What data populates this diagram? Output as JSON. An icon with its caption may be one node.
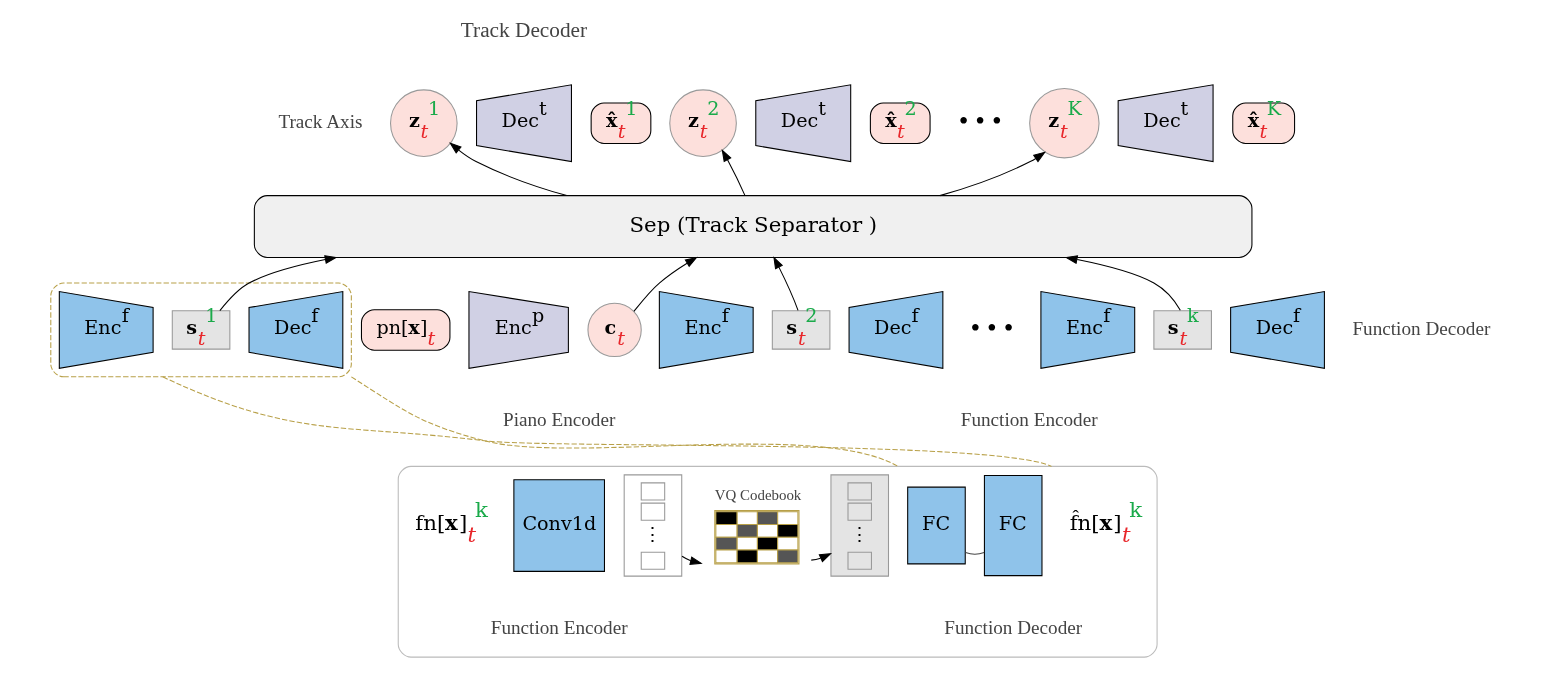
{
  "diagram": {
    "nodes": [
      {
        "text": [
          "**z**$_{t}$$^{1}$"
        ]
      },
      {
        "text": [
          "Dec$^{t}$"
        ]
      },
      {
        "text": [
          "**x̂**$_{t}$$^{1}$"
        ]
      },
      {
        "text": [
          "**z**$_{t}$$^{2}$"
        ]
      },
      {
        "text": [
          "Dec$^{t}$"
        ]
      },
      {
        "text": [
          "**x̂**$_{t}$$^{2}$"
        ]
      },
      {
        "text": [
          "**z**$_{t}$$^{K}$"
        ]
      },
      {
        "text": [
          "Dec$^{t}$"
        ]
      },
      {
        "text": [
          "**x̂**$_{t}$$^{K}$"
        ]
      },
      {
        "text": [
          "Sep (Track Separator )"
        ]
      },
      {
        "text": [
          "pn[**x**]$_{t}$"
        ]
      },
      {
        "text": [
          "Enc$^{p}$"
        ]
      },
      {
        "text": [
          "**c**$_{t}$"
        ]
      },
      {
        "text": [],
        "shape": "box"
      },
      {
        "text": [
          "Enc$^{f}$"
        ],
        "in": 13
      },
      {
        "text": [
          "**s**$_{t}$$^{1}$"
        ],
        "in": 13
      },
      {
        "text": [
          "Dec$^{f}$"
        ],
        "in": 13
      },
      {
        "text": [
          "Enc$^{f}$"
        ]
      },
      {
        "text": [
          "**s**$_{t}$$^{2}$"
        ]
      },
      {
        "text": [
          "Dec$^{f}$"
        ]
      },
      {
        "text": [
          "Enc$^{f}$"
        ]
      },
      {
        "text": [
          "**s**$_{t}$$^{k}$"
        ]
      },
      {
        "text": [
          "Dec$^{f}$"
        ]
      },
      {
        "text": [],
        "shape": "box"
      },
      {
        "text": [
          "fn[**x**]$_{t}$$^{k}$"
        ],
        "in": 23
      },
      {
        "text": [
          "Conv1d"
        ],
        "in": 23
      },
      {
        "text": [
          "⋮"
        ],
        "in": 23
      },
      {
        "text": [],
        "shape": "picture",
        "beside": [
          "VQ Codebook"
        ],
        "in": 23
      },
      {
        "text": [
          "⋮"
        ],
        "in": 23
      },
      {
        "text": [
          "FC"
        ],
        "in": 23
      },
      {
        "text": [
          "FC"
        ],
        "in": 23
      },
      {
        "text": [
          "f̂n[**x**]$_{t}$$^{k}$"
        ],
        "in": 23
      }
    ],
    "edges": [
      {
        "from": 12,
        "to": 9,
        "arrow": "to"
      },
      {
        "from": 15,
        "to": 9,
        "arrow": "to"
      },
      {
        "from": 18,
        "to": 9,
        "arrow": "to"
      },
      {
        "from": 21,
        "to": 9,
        "arrow": "to"
      },
      {
        "from": 9,
        "to": 0,
        "arrow": "to"
      },
      {
        "from": 9,
        "to": 3,
        "arrow": "to"
      },
      {
        "from": 9,
        "to": 6,
        "arrow": "to"
      },
      {
        "from": 13,
        "to": 23,
        "arrow": "none",
        "style": "dashed",
        "color": "#b8a048"
      },
      {
        "from": 13,
        "to": 23,
        "arrow": "none",
        "style": "dashed",
        "color": "#b8a048"
      },
      {
        "from": 26,
        "to": 27,
        "arrow": "to"
      },
      {
        "from": 27,
        "to": 28,
        "arrow": "to"
      },
      {
        "from": 29,
        "to": 30,
        "arrow": "none",
        "color": "#444444"
      }
    ],
    "labels": [
      "Track Decoder",
      "Track Axis",
      "• • •",
      "Function Decoder",
      "Piano Encoder",
      "• • •",
      "Function Encoder",
      "Function Encoder",
      "Function Decoder"
    ]
  }
}
